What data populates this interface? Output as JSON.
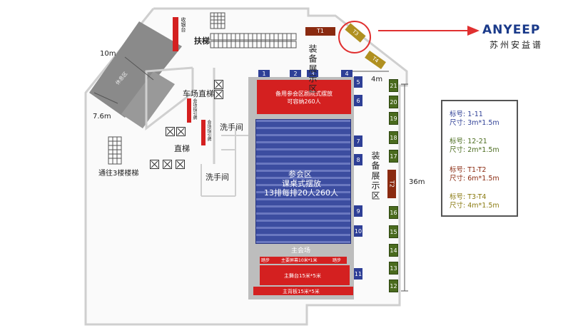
{
  "logo": {
    "brand": "ANYEEP",
    "company": "苏州安益谱"
  },
  "labels": {
    "escalator": "扶梯",
    "reception": "收银台",
    "car_elevator": "车场直梯",
    "elevator": "直梯",
    "restroom_1": "洗手间",
    "restroom_2": "洗手间",
    "stairs_to_3f": "通往3楼楼梯",
    "venue_guide_1": "会场指引牌",
    "venue_guide_2": "会场指引牌",
    "dim_10m": "10m",
    "dim_7_6m": "7.6m",
    "dim_4m": "4m",
    "dim_36m": "36m",
    "backup_area": "备用参会区剧院式摆放\n可容纳260人",
    "attend_area_1": "参会区",
    "attend_area_2": "课桌式摆放",
    "attend_area_3": "13排每排20人260人",
    "main_hall": "主会场",
    "stage_step_l": "踏步",
    "stage_step_r": "踏步",
    "main_screen": "主要屏幕10米*1米",
    "main_stage": "主舞台15米*5米",
    "main_backdrop": "主背板15米*5米",
    "expo_area_top": "装备展示区",
    "expo_area_right": "装备展示区",
    "gray_area": "休息区",
    "t1": "T1",
    "t2": "T2",
    "t3": "T3",
    "t4": "T4"
  },
  "booths_top": [
    "1",
    "2",
    "3",
    "4"
  ],
  "booths_right_inner": [
    "5",
    "6",
    "7",
    "8",
    "9",
    "10",
    "11"
  ],
  "booths_right_outer": [
    "21",
    "20",
    "19",
    "18",
    "17",
    "16",
    "15",
    "14",
    "13",
    "12"
  ],
  "legend": [
    {
      "l1": "标号: 1-11",
      "l2": "尺寸: 3m*1.5m",
      "color": "#2e3f96"
    },
    {
      "l1": "标号: 12-21",
      "l2": "尺寸: 2m*1.5m",
      "color": "#4a6b1e"
    },
    {
      "l1": "标号: T1-T2",
      "l2": "尺寸: 6m*1.5m",
      "color": "#8a2a10"
    },
    {
      "l1": "标号: T3-T4",
      "l2": "尺寸: 4m*1.5m",
      "color": "#8a7a10"
    }
  ]
}
